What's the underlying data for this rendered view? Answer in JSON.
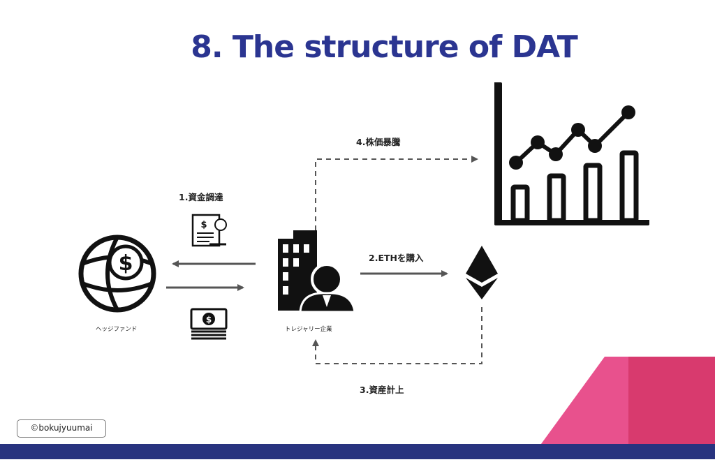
{
  "title": "8. The structure of DAT",
  "nodes": {
    "hedge_fund": {
      "label": "ヘッジファンド",
      "icon": "globe-dollar-icon"
    },
    "treasury_company": {
      "label": "トレジャリー企業",
      "icon": "office-building-businessman-icon"
    },
    "ethereum": {
      "icon": "ethereum-icon"
    },
    "stock_chart": {
      "icon": "rising-stock-chart-icon"
    }
  },
  "flows": {
    "fundraising": "1.資金調達",
    "buy_eth": "2.ETHを購入",
    "asset_recording": "3.資産計上",
    "stock_surge": "4.株価暴騰"
  },
  "credit": "©bokujyuumai",
  "colors": {
    "title": "#2b3591",
    "footer_bar": "#28337f",
    "accent_pink": "#e8518d",
    "accent_pink_dark": "#d83a6e",
    "icon": "#111111",
    "arrow": "#555555"
  }
}
